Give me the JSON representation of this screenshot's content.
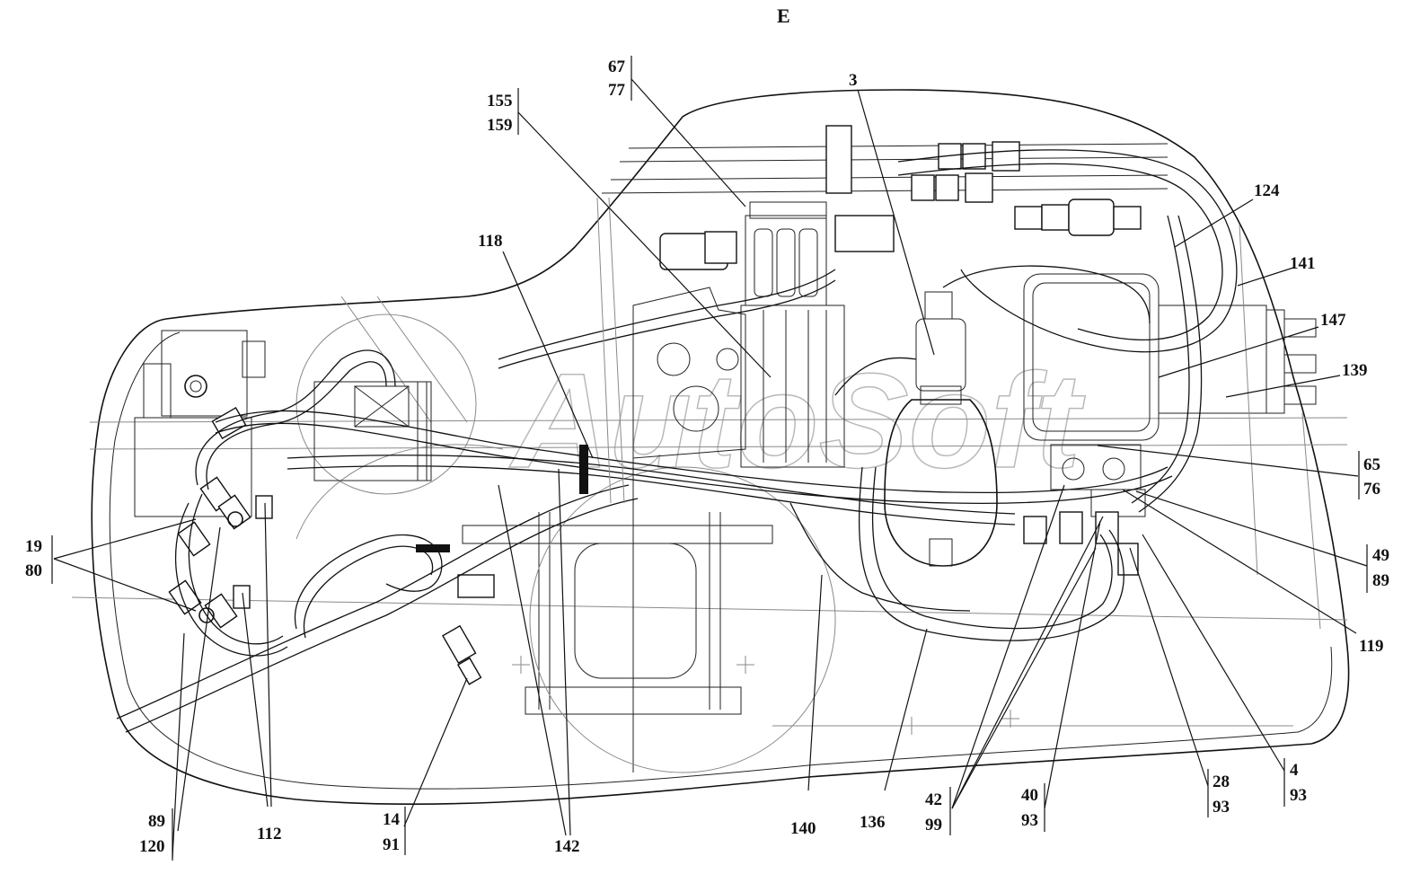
{
  "view_label": "E",
  "watermark": "AutoSoft",
  "callouts": {
    "c67_77": [
      "67",
      "77"
    ],
    "c155_159": [
      "155",
      "159"
    ],
    "c3": "3",
    "c118": "118",
    "c124": "124",
    "c141": "141",
    "c147": "147",
    "c139": "139",
    "c65_76": [
      "65",
      "76"
    ],
    "c49_89": [
      "49",
      "89"
    ],
    "c119": "119",
    "c19_80": [
      "19",
      "80"
    ],
    "c89_120": [
      "89",
      "120"
    ],
    "c112": "112",
    "c14_91": [
      "14",
      "91"
    ],
    "c142": "142",
    "c140": "140",
    "c136": "136",
    "c42_99": [
      "42",
      "99"
    ],
    "c40_93": [
      "40",
      "93"
    ],
    "c28_93": [
      "28",
      "93"
    ],
    "c4_93": [
      "4",
      "93"
    ]
  }
}
